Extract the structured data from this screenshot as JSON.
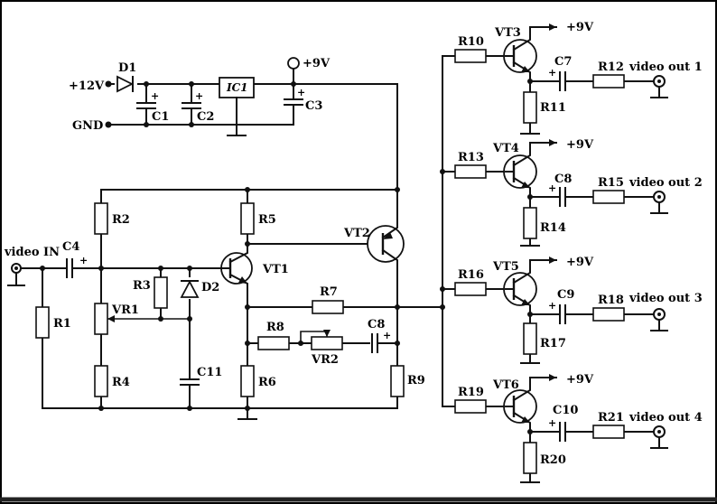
{
  "colors": {
    "line": "#111111",
    "background": "#ffffff",
    "frame": "#000000"
  },
  "labels": {
    "plus12v": "+12V",
    "gnd": "GND",
    "plus9v_top": "+9V",
    "d1": "D1",
    "c1": "C1",
    "c2": "C2",
    "ic1": "IC1",
    "c3": "C3",
    "video_in": "video IN",
    "c4": "C4",
    "r1": "R1",
    "r2": "R2",
    "vr1": "VR1",
    "r4": "R4",
    "r3": "R3",
    "d2": "D2",
    "c11": "C11",
    "r5": "R5",
    "vt1": "VT1",
    "r6": "R6",
    "vt2": "VT2",
    "r7": "R7",
    "r8": "R8",
    "vr2": "VR2",
    "c8_mid": "C8",
    "r9": "R9",
    "r10": "R10",
    "vt3": "VT3",
    "r11": "R11",
    "c7": "C7",
    "r12": "R12",
    "out1": "video out 1",
    "r13": "R13",
    "vt4": "VT4",
    "r14": "R14",
    "c8": "C8",
    "r15": "R15",
    "out2": "video out 2",
    "r16": "R16",
    "vt5": "VT5",
    "r17": "R17",
    "c9": "C9",
    "r18": "R18",
    "out3": "video out 3",
    "r19": "R19",
    "vt6": "VT6",
    "r20": "R20",
    "c10": "C10",
    "r21": "R21",
    "out4": "video out 4",
    "vcc_vt3": "+9V",
    "vcc_vt4": "+9V",
    "vcc_vt5": "+9V",
    "vcc_vt6": "+9V",
    "plus": "+"
  }
}
